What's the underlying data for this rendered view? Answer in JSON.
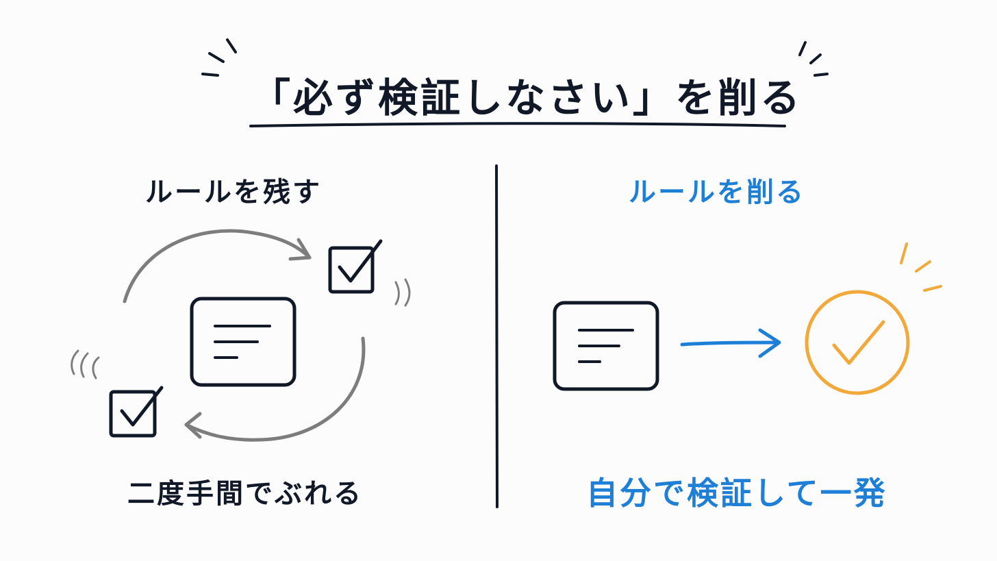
{
  "title": "「必ず検証しなさい」を削る",
  "left_panel": {
    "heading": "ルールを残す",
    "caption": "二度手間でぶれる"
  },
  "right_panel": {
    "heading": "ルールを削る",
    "caption": "自分で検証して一発"
  },
  "colors": {
    "ink": "#111827",
    "blue": "#1e7fd6",
    "gray": "#7d7d7d",
    "orange": "#f0a93a"
  },
  "icons": [
    "document-icon",
    "checkbox-check-icon",
    "cycle-arrow-icon",
    "right-arrow-icon",
    "circle-check-icon",
    "sparkle-icon"
  ]
}
